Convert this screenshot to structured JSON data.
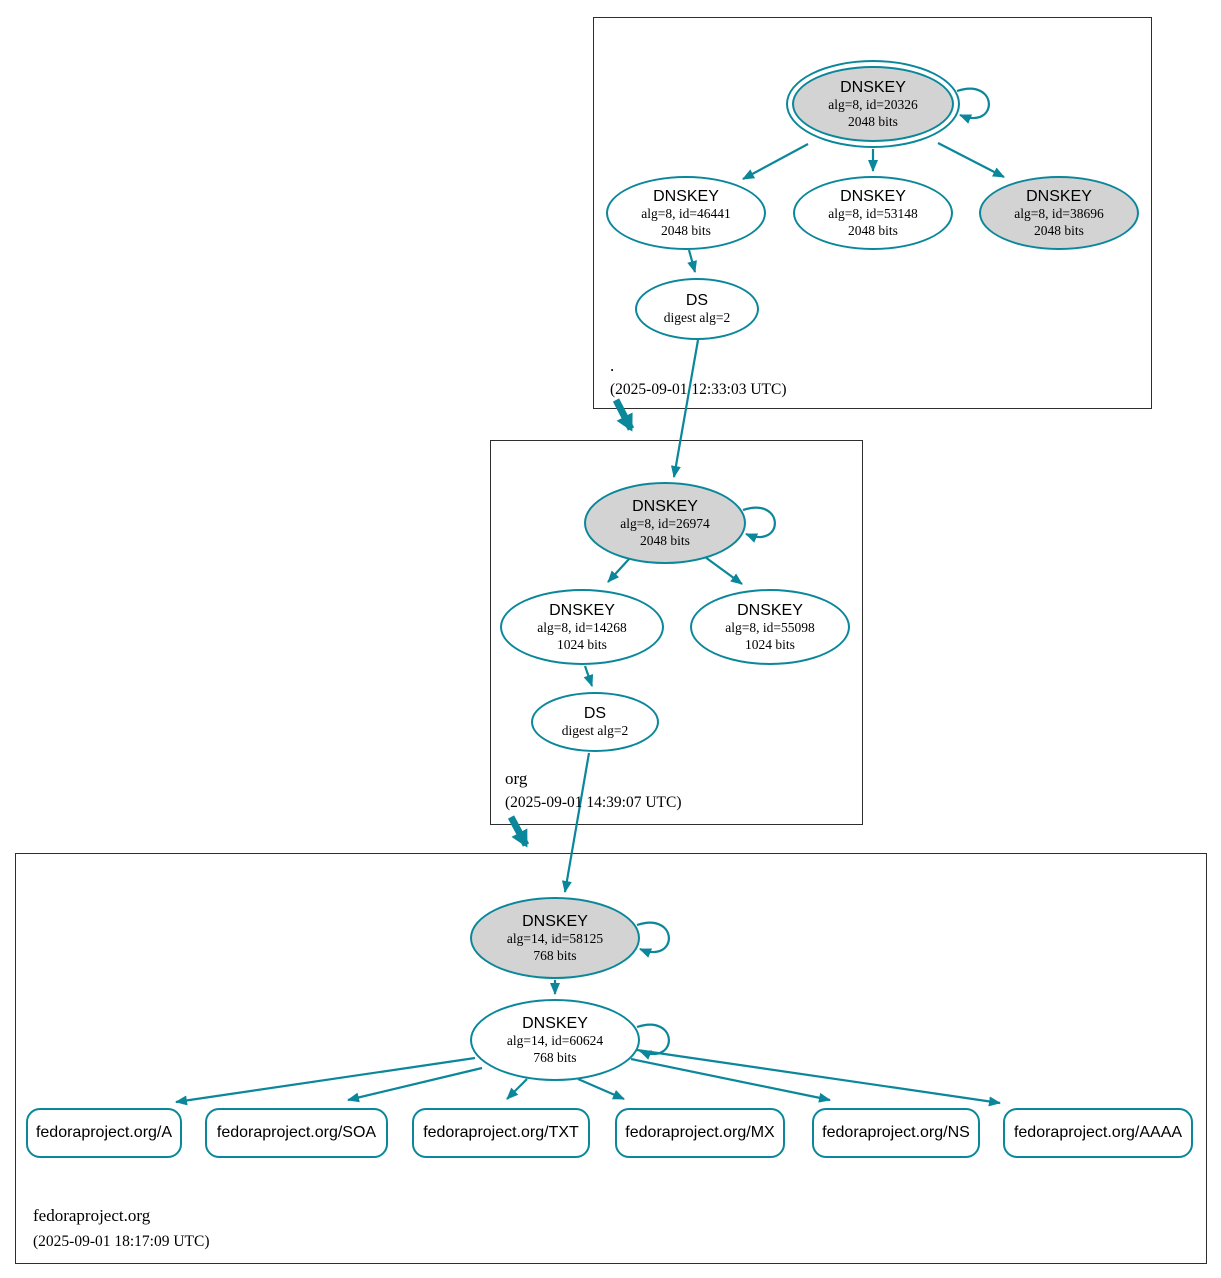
{
  "colors": {
    "edge": "#0a879a",
    "ksk-fill": "#d3d3d3",
    "node-fill": "#ffffff",
    "box-border": "#2e2e2e",
    "text": "#000000"
  },
  "zones": [
    {
      "name": ".",
      "timestamp": "(2025-09-01 12:33:03 UTC)",
      "nodes": [
        {
          "title": "DNSKEY",
          "line1": "alg=8, id=20326",
          "line2": "2048 bits"
        },
        {
          "title": "DNSKEY",
          "line1": "alg=8, id=46441",
          "line2": "2048 bits"
        },
        {
          "title": "DNSKEY",
          "line1": "alg=8, id=53148",
          "line2": "2048 bits"
        },
        {
          "title": "DNSKEY",
          "line1": "alg=8, id=38696",
          "line2": "2048 bits"
        },
        {
          "title": "DS",
          "line1": "digest alg=2"
        }
      ]
    },
    {
      "name": "org",
      "timestamp": "(2025-09-01 14:39:07 UTC)",
      "nodes": [
        {
          "title": "DNSKEY",
          "line1": "alg=8, id=26974",
          "line2": "2048 bits"
        },
        {
          "title": "DNSKEY",
          "line1": "alg=8, id=14268",
          "line2": "1024 bits"
        },
        {
          "title": "DNSKEY",
          "line1": "alg=8, id=55098",
          "line2": "1024 bits"
        },
        {
          "title": "DS",
          "line1": "digest alg=2"
        }
      ]
    },
    {
      "name": "fedoraproject.org",
      "timestamp": "(2025-09-01 18:17:09 UTC)",
      "nodes": [
        {
          "title": "DNSKEY",
          "line1": "alg=14, id=58125",
          "line2": "768 bits"
        },
        {
          "title": "DNSKEY",
          "line1": "alg=14, id=60624",
          "line2": "768 bits"
        }
      ],
      "rrsets": [
        {
          "label": "fedoraproject.org/A"
        },
        {
          "label": "fedoraproject.org/SOA"
        },
        {
          "label": "fedoraproject.org/TXT"
        },
        {
          "label": "fedoraproject.org/MX"
        },
        {
          "label": "fedoraproject.org/NS"
        },
        {
          "label": "fedoraproject.org/AAAA"
        }
      ]
    }
  ]
}
